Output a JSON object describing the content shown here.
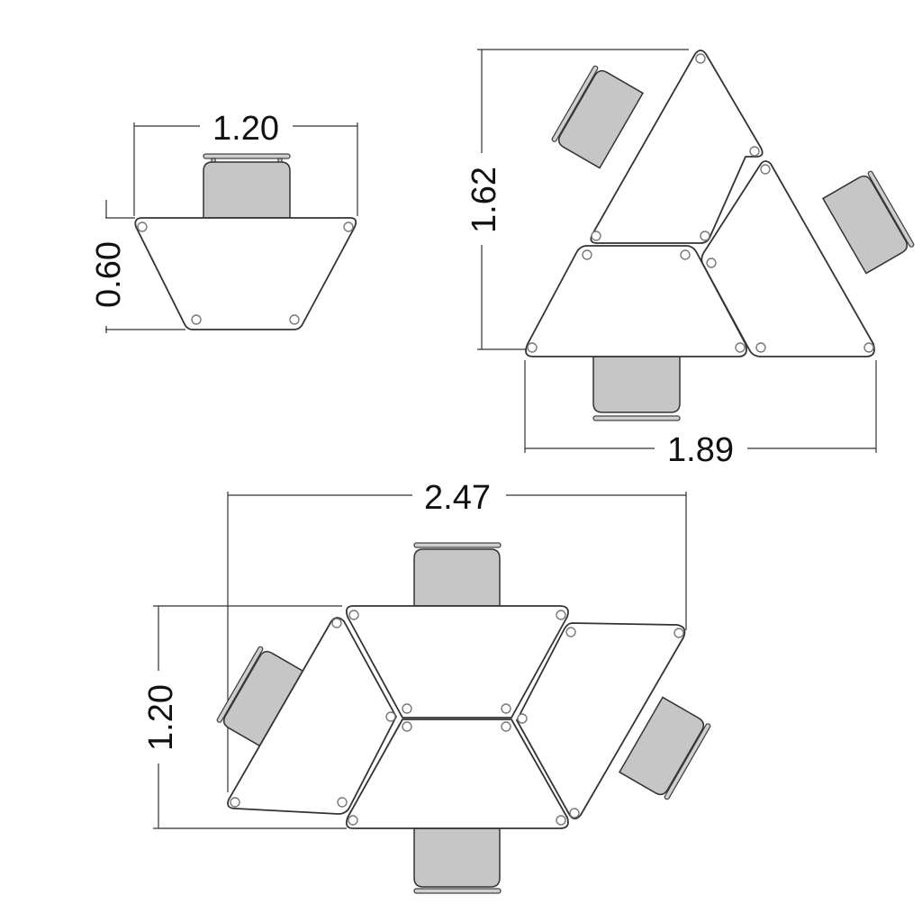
{
  "diagram": {
    "units": "m",
    "colors": {
      "background": "#ffffff",
      "line": "#333333",
      "chair_fill": "#c6c6c6",
      "leg_marker": "#777777"
    },
    "layouts": [
      {
        "id": "single",
        "description": "Single trapezoid desk with one chair",
        "desks": 1,
        "chairs": 1,
        "width_label": "1.20",
        "depth_label": "0.60"
      },
      {
        "id": "triangle-cluster",
        "description": "Three trapezoid desks forming a triangle with three chairs",
        "desks": 3,
        "chairs": 3,
        "height_label": "1.62",
        "width_label": "1.89"
      },
      {
        "id": "hexagon-cluster",
        "description": "Four trapezoid desks forming a hexagonal cluster with four chairs",
        "desks": 4,
        "chairs": 4,
        "width_label": "2.47",
        "height_label": "1.20"
      }
    ]
  }
}
